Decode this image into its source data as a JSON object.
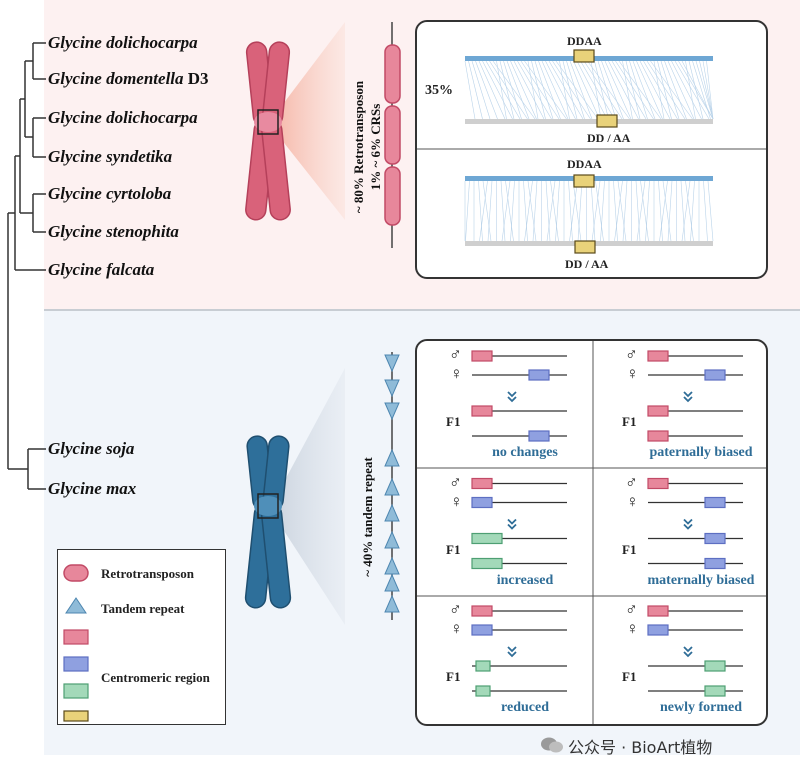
{
  "species": [
    {
      "genus": "Glycine",
      "epithet": "dolichocarpa",
      "suffix": ""
    },
    {
      "genus": "Glycine",
      "epithet": "domentella",
      "suffix": "D3"
    },
    {
      "genus": "Glycine",
      "epithet": "dolichocarpa",
      "suffix": ""
    },
    {
      "genus": "Glycine",
      "epithet": "syndetika",
      "suffix": ""
    },
    {
      "genus": "Glycine",
      "epithet": "cyrtoloba",
      "suffix": ""
    },
    {
      "genus": "Glycine",
      "epithet": "stenophita",
      "suffix": ""
    },
    {
      "genus": "Glycine",
      "epithet": "falcata",
      "suffix": ""
    },
    {
      "genus": "Glycine",
      "epithet": "soja",
      "suffix": ""
    },
    {
      "genus": "Glycine",
      "epithet": "max",
      "suffix": ""
    }
  ],
  "top": {
    "vertical_line1": "~ 80% Retrotransposon",
    "vertical_line2": "1% ~ 6% CRSs",
    "percent": "35%",
    "alignment1": {
      "top_label": "DDAA",
      "bottom_label": "DD / AA"
    },
    "alignment2": {
      "top_label": "DDAA",
      "bottom_label": "DD / AA"
    }
  },
  "bottom": {
    "vertical_text": "~ 40% tandem repeat",
    "male_symbol": "♂",
    "female_symbol": "♀",
    "f1_label": "F1",
    "cells": [
      {
        "label": "no changes"
      },
      {
        "label": "paternally biased"
      },
      {
        "label": "increased"
      },
      {
        "label": "maternally biased"
      },
      {
        "label": "reduced"
      },
      {
        "label": "newly formed"
      }
    ]
  },
  "legend": {
    "retrotransposon": "Retrotransposon",
    "tandem_repeat": "Tandem repeat",
    "centromeric_region": "Centromeric region"
  },
  "watermark": "公众号 · BioArt植物",
  "colors": {
    "pink": "#e7879b",
    "pink_border": "#c24a66",
    "blue": "#8fa0e0",
    "blue_border": "#5d6fc2",
    "green": "#a3d9b9",
    "green_border": "#4e9f73",
    "yellow": "#e9d27a",
    "chrom_red": "#d9627a",
    "chrom_blue": "#2e6f9a",
    "label_blue": "#2f6d97"
  }
}
